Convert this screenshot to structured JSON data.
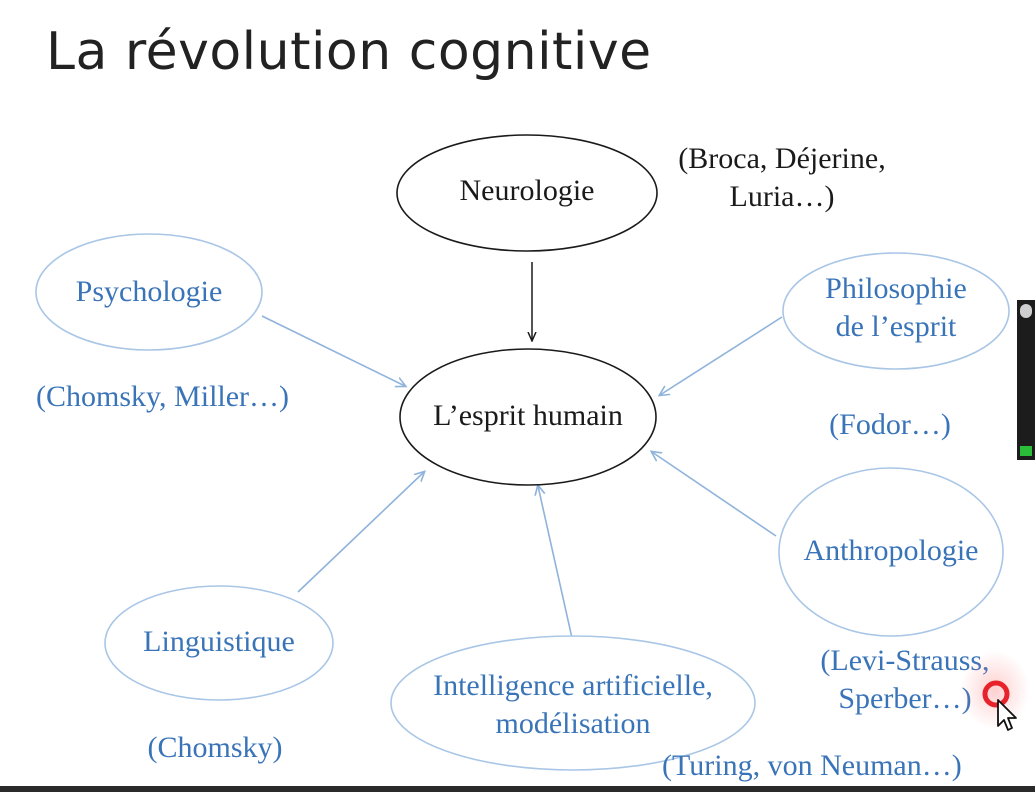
{
  "title": "La révolution cognitive",
  "nodes": {
    "neurologie": {
      "label": "Neurologie",
      "note": "(Broca, Déjerine,\nLuria…)"
    },
    "esprit": {
      "label": "L’esprit humain"
    },
    "psychologie": {
      "label": "Psychologie",
      "note": "(Chomsky, Miller…)"
    },
    "philosophie": {
      "label": "Philosophie\nde l’esprit",
      "note": "(Fodor…)"
    },
    "anthropologie": {
      "label": "Anthropologie",
      "note": "(Levi-Strauss,\nSperber…)"
    },
    "linguistique": {
      "label": "Linguistique",
      "note": "(Chomsky)"
    },
    "ia": {
      "label": "Intelligence artificielle,\nmodélisation",
      "note": "(Turing, von Neuman…)"
    }
  },
  "colors": {
    "core": "#1a1a1a",
    "discipline": "#3a74b8",
    "arrow_blue": "#8fb3db"
  },
  "icons": {
    "cursor": "cursor-arrow-icon",
    "click": "click-indicator-icon"
  }
}
